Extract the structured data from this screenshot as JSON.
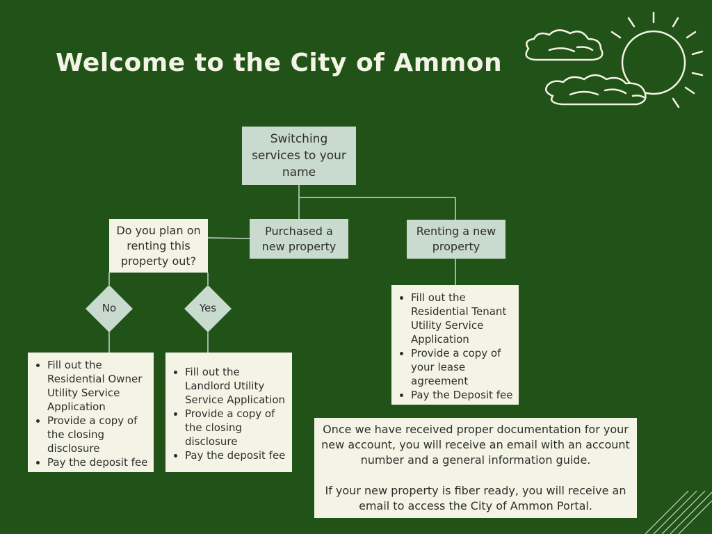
{
  "title": "Welcome to the City of Ammon",
  "root": "Switching services to your name",
  "question": "Do you plan on renting this property out?",
  "purchased": "Purchased a new property",
  "renting": "Renting a new property",
  "no_label": "No",
  "yes_label": "Yes",
  "owner_list": [
    "Fill out the Residential Owner Utility Service Application",
    "Provide a copy of the closing disclosure",
    "Pay the deposit fee"
  ],
  "landlord_list": [
    "Fill out the Landlord Utility Service Application",
    "Provide a copy of the closing disclosure",
    "Pay the deposit fee"
  ],
  "tenant_list": [
    "Fill out the Residential Tenant Utility Service Application",
    "Provide a copy of your lease agreement",
    "Pay the Deposit fee"
  ],
  "info_p1": "Once we have received proper documentation for your new account, you will receive an email with an account number and a general information guide.",
  "info_p2": "If your new property is fiber ready, you will receive an email to access the City of Ammon Portal.",
  "colors": {
    "background": "#215217",
    "sage": "#c9dace",
    "cream": "#f4f4e6",
    "text": "#2d2d2d"
  },
  "icons": [
    "sun-icon",
    "cloud-icon"
  ]
}
